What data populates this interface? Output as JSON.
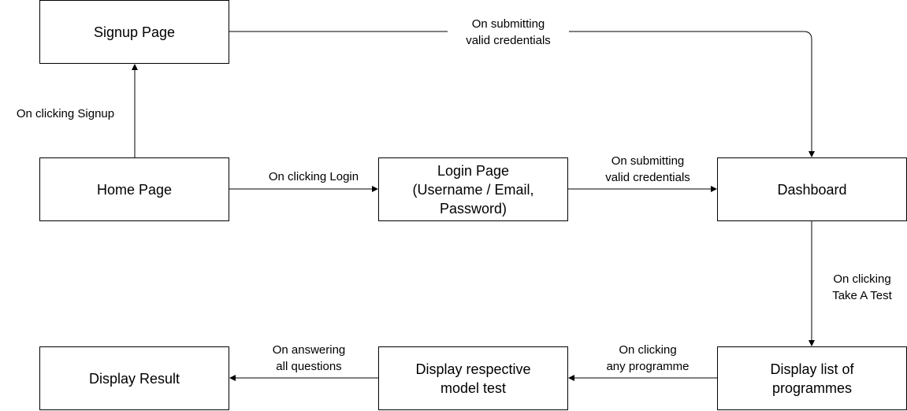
{
  "nodes": {
    "signup": "Signup Page",
    "home": "Home Page",
    "login": "Login Page\n(Username / Email,\nPassword)",
    "dashboard": "Dashboard",
    "programmes": "Display list of\nprogrammes",
    "model_test": "Display respective\nmodel test",
    "result": "Display Result"
  },
  "edges": {
    "home_to_signup": "On clicking Signup",
    "signup_to_dashboard": "On submitting\nvalid credentials",
    "home_to_login": "On clicking Login",
    "login_to_dashboard": "On submitting\nvalid credentials",
    "dashboard_to_programmes": "On clicking\nTake A Test",
    "programmes_to_model_test": "On clicking\nany programme",
    "model_test_to_result": "On answering\nall questions"
  }
}
